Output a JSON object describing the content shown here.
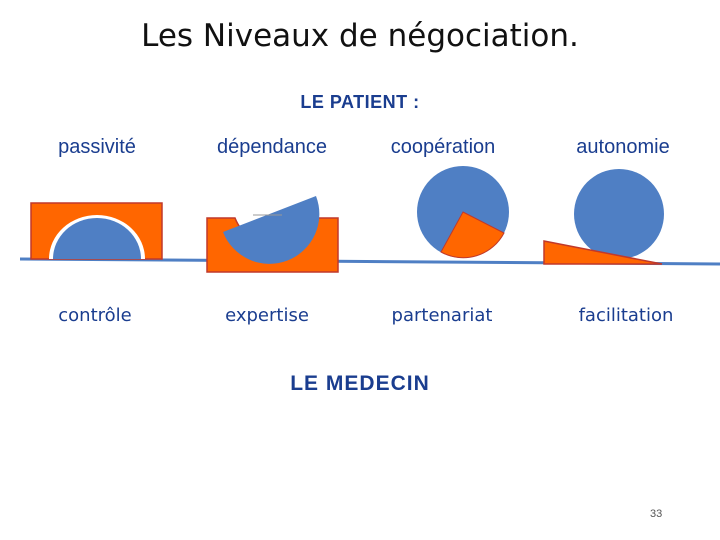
{
  "title": "Les Niveaux de négociation.",
  "patient_heading": "LE PATIENT :",
  "medecin_heading": "LE MEDECIN",
  "patient_levels": [
    "passivité",
    "dépendance",
    "coopération",
    "autonomie"
  ],
  "medecin_levels": [
    "contrôle",
    "expertise",
    "partenariat",
    "facilitation"
  ],
  "page_number": "33",
  "colors": {
    "patient": "#4f7fc4",
    "medecin": "#ff6600",
    "outline": "#c0392b",
    "text": "#1a3d8f",
    "baseline": "#4f7fc4"
  }
}
